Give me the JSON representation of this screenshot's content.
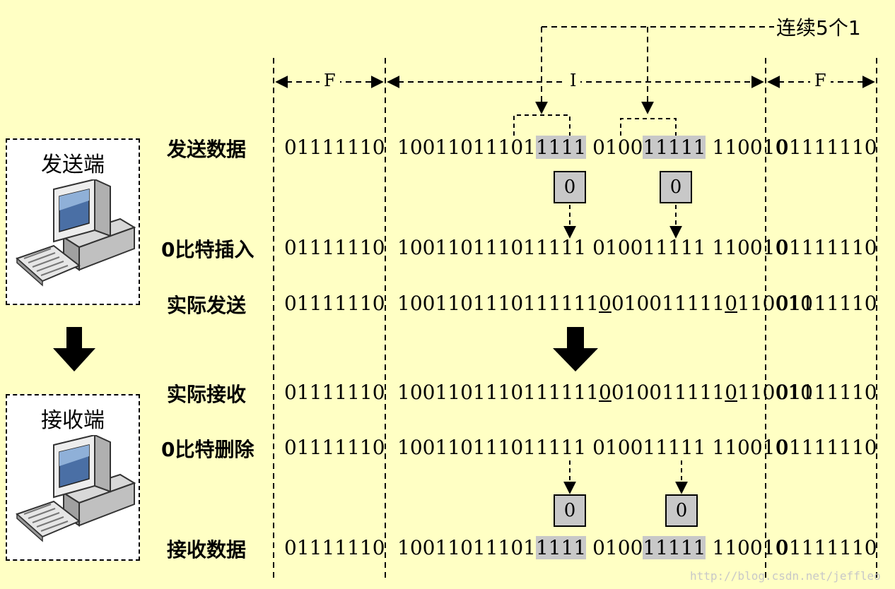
{
  "annotation": "连续5个1",
  "field_marks": {
    "flag_left": "F",
    "info": "I",
    "flag_right": "F"
  },
  "ends": {
    "sender": "发送端",
    "receiver": "接收端"
  },
  "flag": "01111110",
  "inserted_bit": "0",
  "rows": {
    "send": {
      "label": "发送数据",
      "segs": [
        "10011011101",
        "1111",
        " 0100",
        "11111",
        " 110010"
      ]
    },
    "insert": {
      "label": "0比特插入",
      "segs": [
        "10011011101111",
        "1",
        " 0100111",
        "1",
        "1",
        " 110010"
      ]
    },
    "actual_send": {
      "label": "实际发送",
      "segs": [
        "1001101110111111",
        "0",
        "010011111",
        "0",
        "110010"
      ]
    },
    "actual_recv": {
      "label": "实际接收",
      "segs": [
        "1001101110111111",
        "0",
        "010011111",
        "0",
        "110010"
      ]
    },
    "delete": {
      "label": "0比特删除",
      "segs": [
        "10011011101111",
        "1",
        " 0100111",
        "1",
        "1",
        " 110010"
      ]
    },
    "recv": {
      "label": "接收数据",
      "segs": [
        "10011011101",
        "1111",
        " 0100",
        "11111",
        " 110010"
      ]
    }
  },
  "watermark": "http://blog.csdn.net/jeffleo"
}
